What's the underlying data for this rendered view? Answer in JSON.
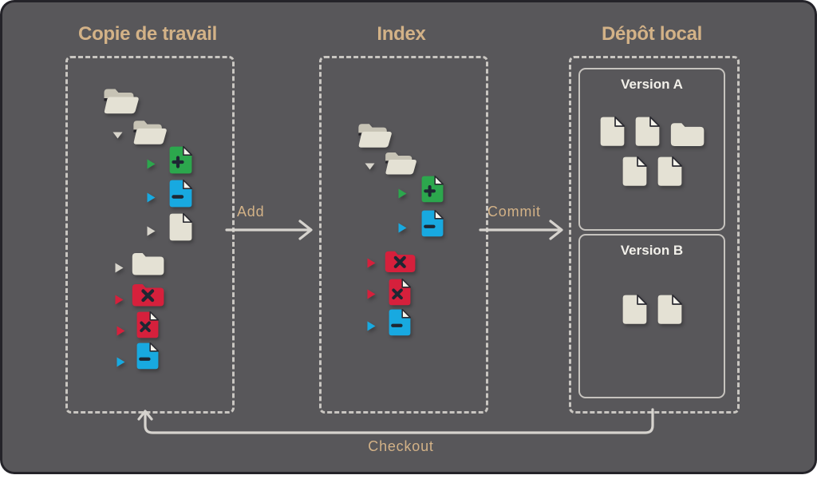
{
  "columns": {
    "working_copy": {
      "title": "Copie de travail",
      "items": [
        {
          "caret": null,
          "icon": "folder-open"
        },
        {
          "caret": "expanded",
          "icon": "folder-open"
        },
        {
          "caret": "added",
          "icon": "file-added-plus"
        },
        {
          "caret": "modified",
          "icon": "file-modified-minus"
        },
        {
          "caret": "untracked",
          "icon": "file-plain"
        },
        {
          "caret": "untracked",
          "icon": "folder-plain"
        },
        {
          "caret": "deleted",
          "icon": "folder-deleted-x"
        },
        {
          "caret": "deleted",
          "icon": "file-deleted-x"
        },
        {
          "caret": "modified",
          "icon": "file-modified-minus"
        }
      ]
    },
    "index": {
      "title": "Index",
      "items": [
        {
          "caret": null,
          "icon": "folder-open"
        },
        {
          "caret": "expanded",
          "icon": "folder-open"
        },
        {
          "caret": "added",
          "icon": "file-added-plus"
        },
        {
          "caret": "modified",
          "icon": "file-modified-minus"
        },
        {
          "caret": "deleted",
          "icon": "folder-deleted-x"
        },
        {
          "caret": "deleted",
          "icon": "file-deleted-x"
        },
        {
          "caret": "modified",
          "icon": "file-modified-minus"
        }
      ]
    },
    "local_repo": {
      "title": "Dépôt local",
      "versions": [
        {
          "label": "Version A",
          "contents": [
            "file",
            "file",
            "folder",
            "file",
            "file"
          ]
        },
        {
          "label": "Version B",
          "contents": [
            "file",
            "file"
          ]
        }
      ]
    }
  },
  "arrows": {
    "add": "Add",
    "commit": "Commit",
    "checkout": "Checkout"
  },
  "colors": {
    "background": "#58575A",
    "accent_tan": "#D3B287",
    "added_green": "#2CA74D",
    "modified_blue": "#18A9E0",
    "deleted_red": "#D6203C",
    "paper_beige": "#E4E1D4",
    "arrow_line": "#D6D3CE",
    "dashed_border": "#C9C6C1",
    "panel_border": "#C6C3BE",
    "panel_title": "#F2F0EA"
  }
}
